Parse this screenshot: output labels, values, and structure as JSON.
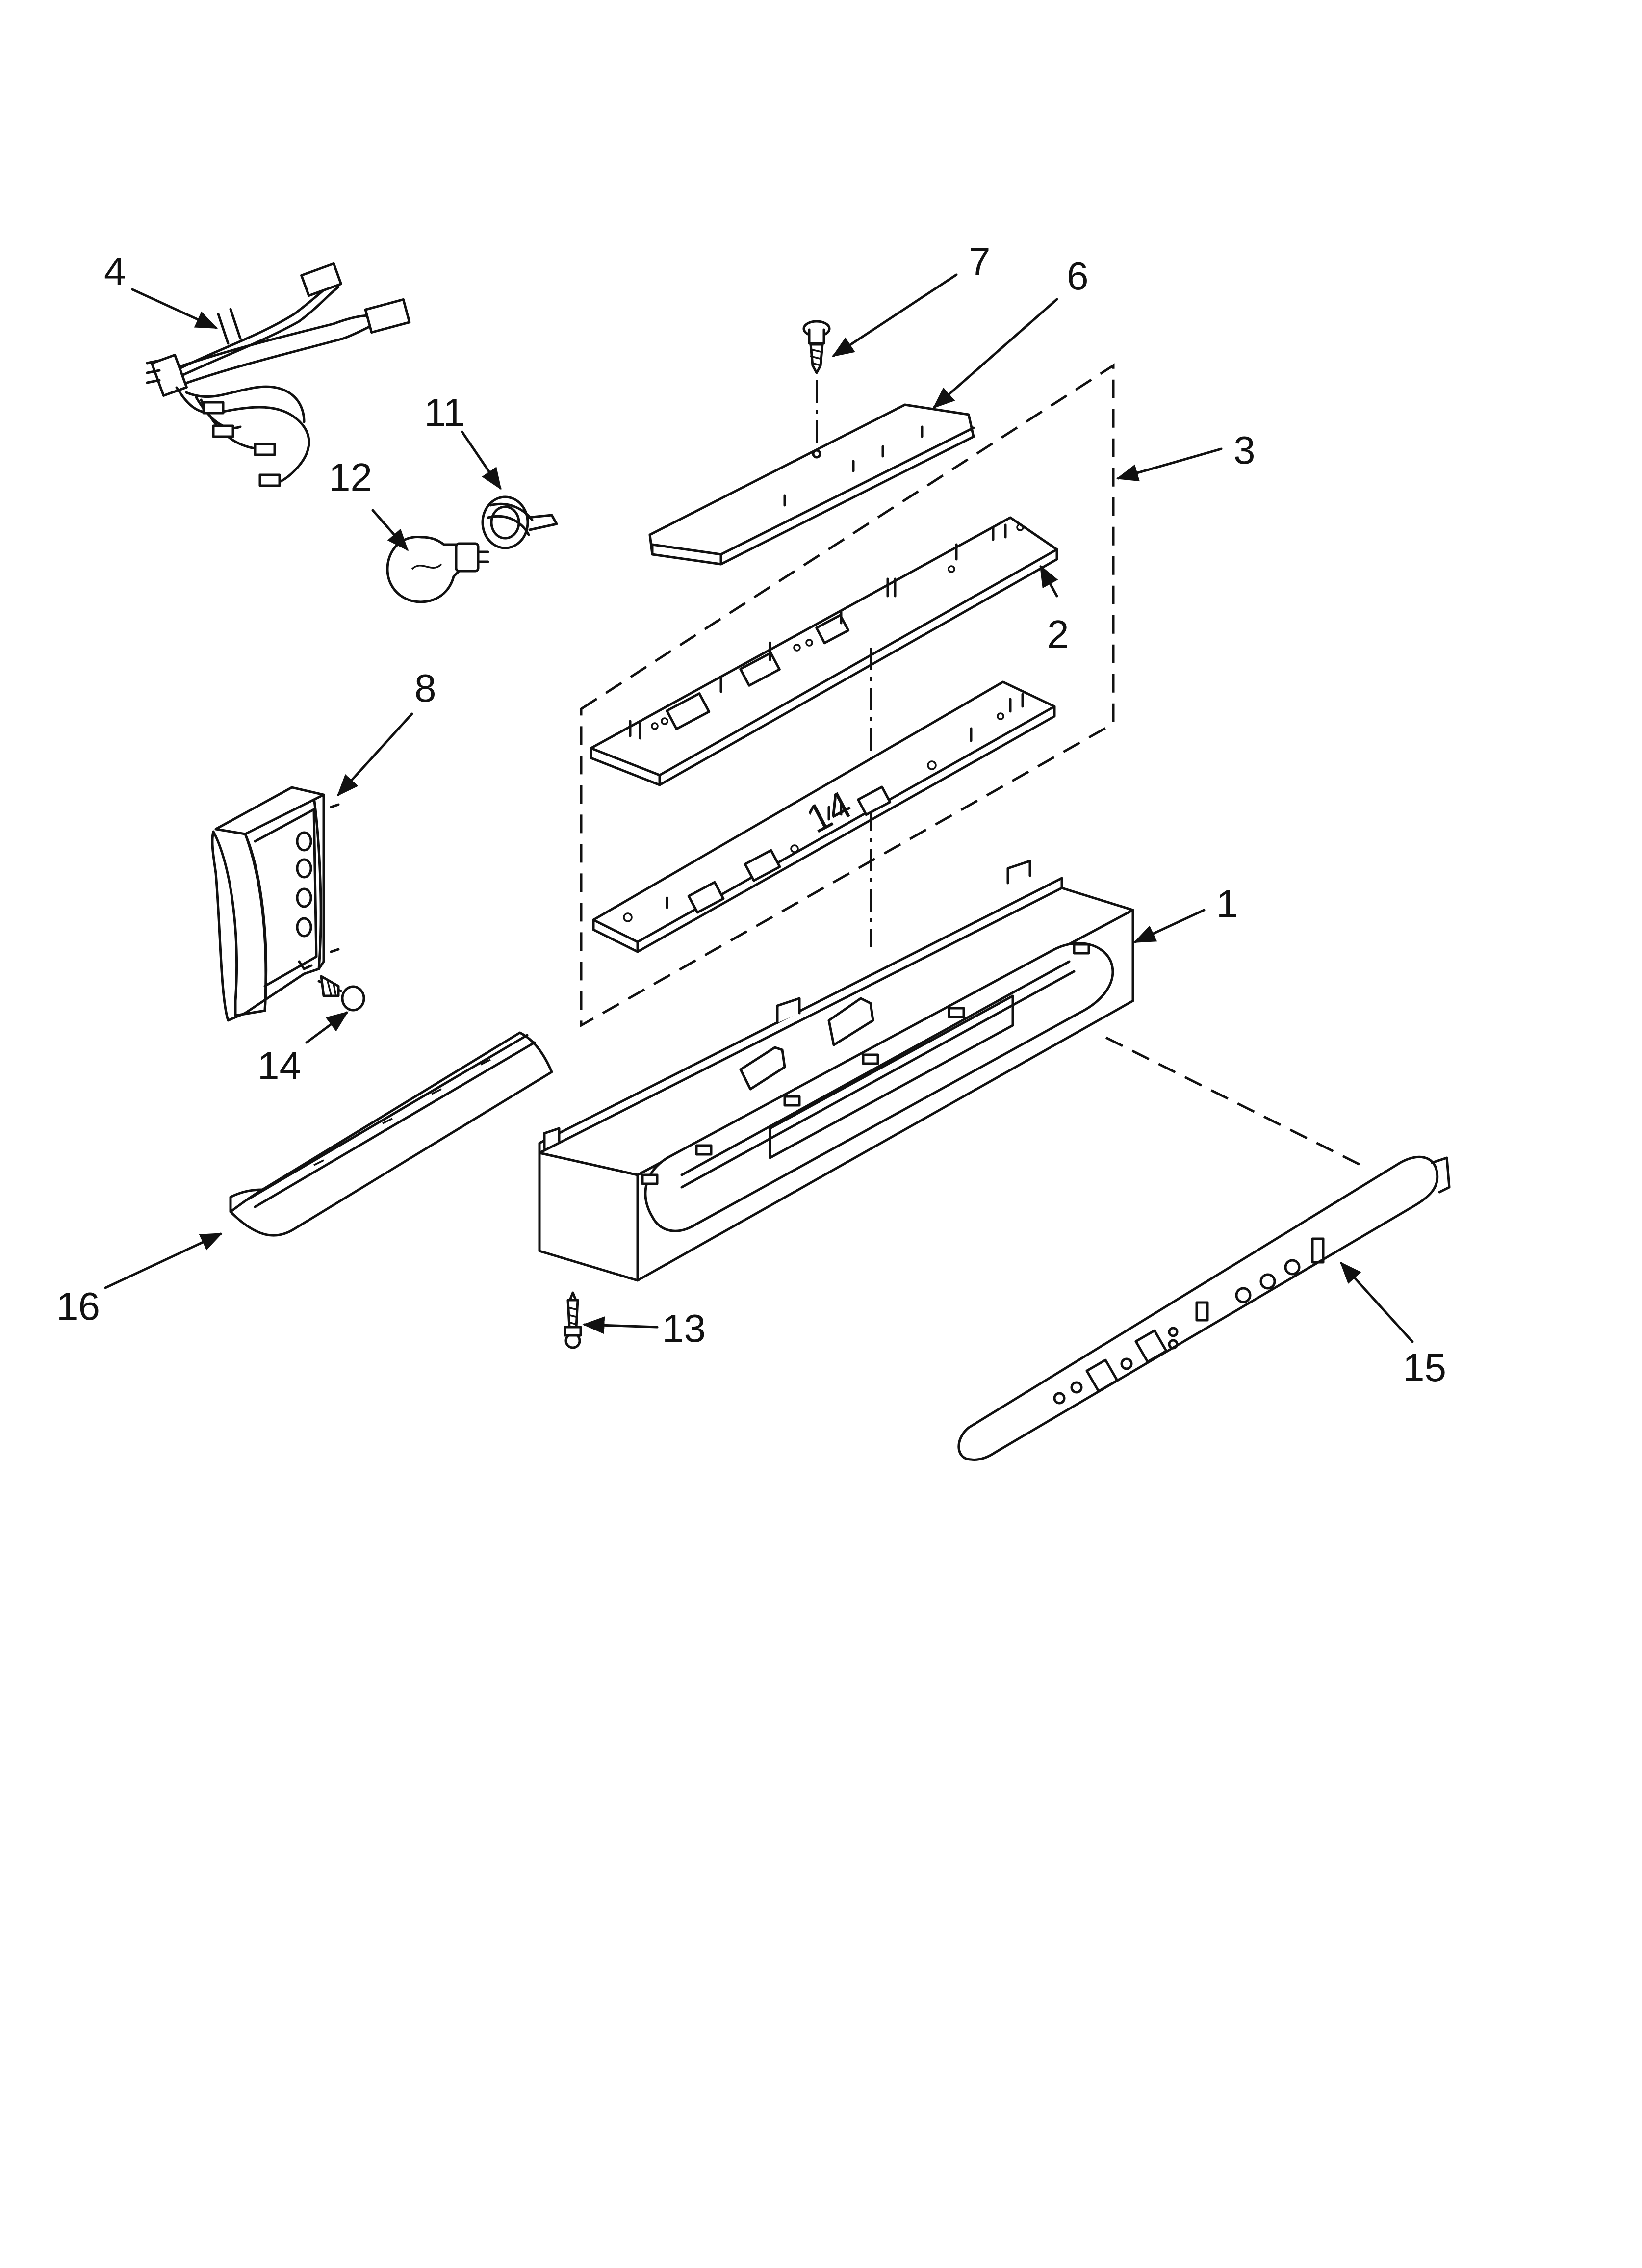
{
  "callouts": {
    "c1": "1",
    "c2": "2",
    "c3": "3",
    "c4": "4",
    "c6": "6",
    "c7": "7",
    "c8": "8",
    "c11": "11",
    "c12": "12",
    "c13": "13",
    "c14": "14",
    "c15": "15",
    "c16": "16"
  },
  "board_marking": "14"
}
